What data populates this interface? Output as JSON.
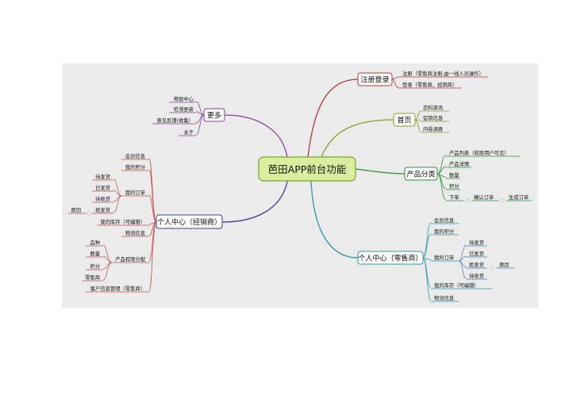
{
  "root": {
    "label": "芭田APP前台功能"
  },
  "right": {
    "register": {
      "label": "注册登录",
      "children": [
        "注册（零售商注册,由一线人员操作）",
        "登录（零售商、经销商）"
      ]
    },
    "home": {
      "label": "首页",
      "children": [
        "农科资讯",
        "促销信息",
        "问卷调查"
      ]
    },
    "product": {
      "label": "产品分类",
      "children": [
        "产品列表（权限用户可见）",
        "产品详情",
        "数量",
        "积分",
        "下单"
      ],
      "order_chain": [
        "确认订单",
        "生成订单"
      ]
    },
    "retail": {
      "label": "个人中心（零售商）",
      "children": [
        "会员信息",
        "我的积分",
        "我的订单",
        "我的库存（可编辑）",
        "物流信息"
      ],
      "order_children": [
        "待发货",
        "已发货",
        "拒发货",
        "待收货"
      ],
      "reject_reason": "原因"
    }
  },
  "left": {
    "more": {
      "label": "更多",
      "children": [
        "帮助中心",
        "检测更新",
        "意见反馈(收集）",
        "关于"
      ]
    },
    "dealer": {
      "label": "个人中心（经销商）",
      "children": [
        "会员信息",
        "我的积分",
        "我的订单",
        "我的库存（可编辑）",
        "物流信息",
        "产品权限分配",
        "客户信息管理（零售商）"
      ],
      "order_children": [
        "待发货",
        "已发货",
        "待收货",
        "拒发货"
      ],
      "reject_reason": "原因",
      "perm_children": [
        "品种",
        "数量",
        "积分",
        "零售商"
      ]
    }
  },
  "colors": {
    "canvas": "#ebebeb",
    "root_fill": "#d9ef9e",
    "root_border": "#7aa02c",
    "register": "#b03a3a",
    "home": "#8aa02a",
    "product": "#2e8f3c",
    "retail": "#2a9aa5",
    "more": "#8a3f9a",
    "dealer": "#3c3f9a"
  }
}
